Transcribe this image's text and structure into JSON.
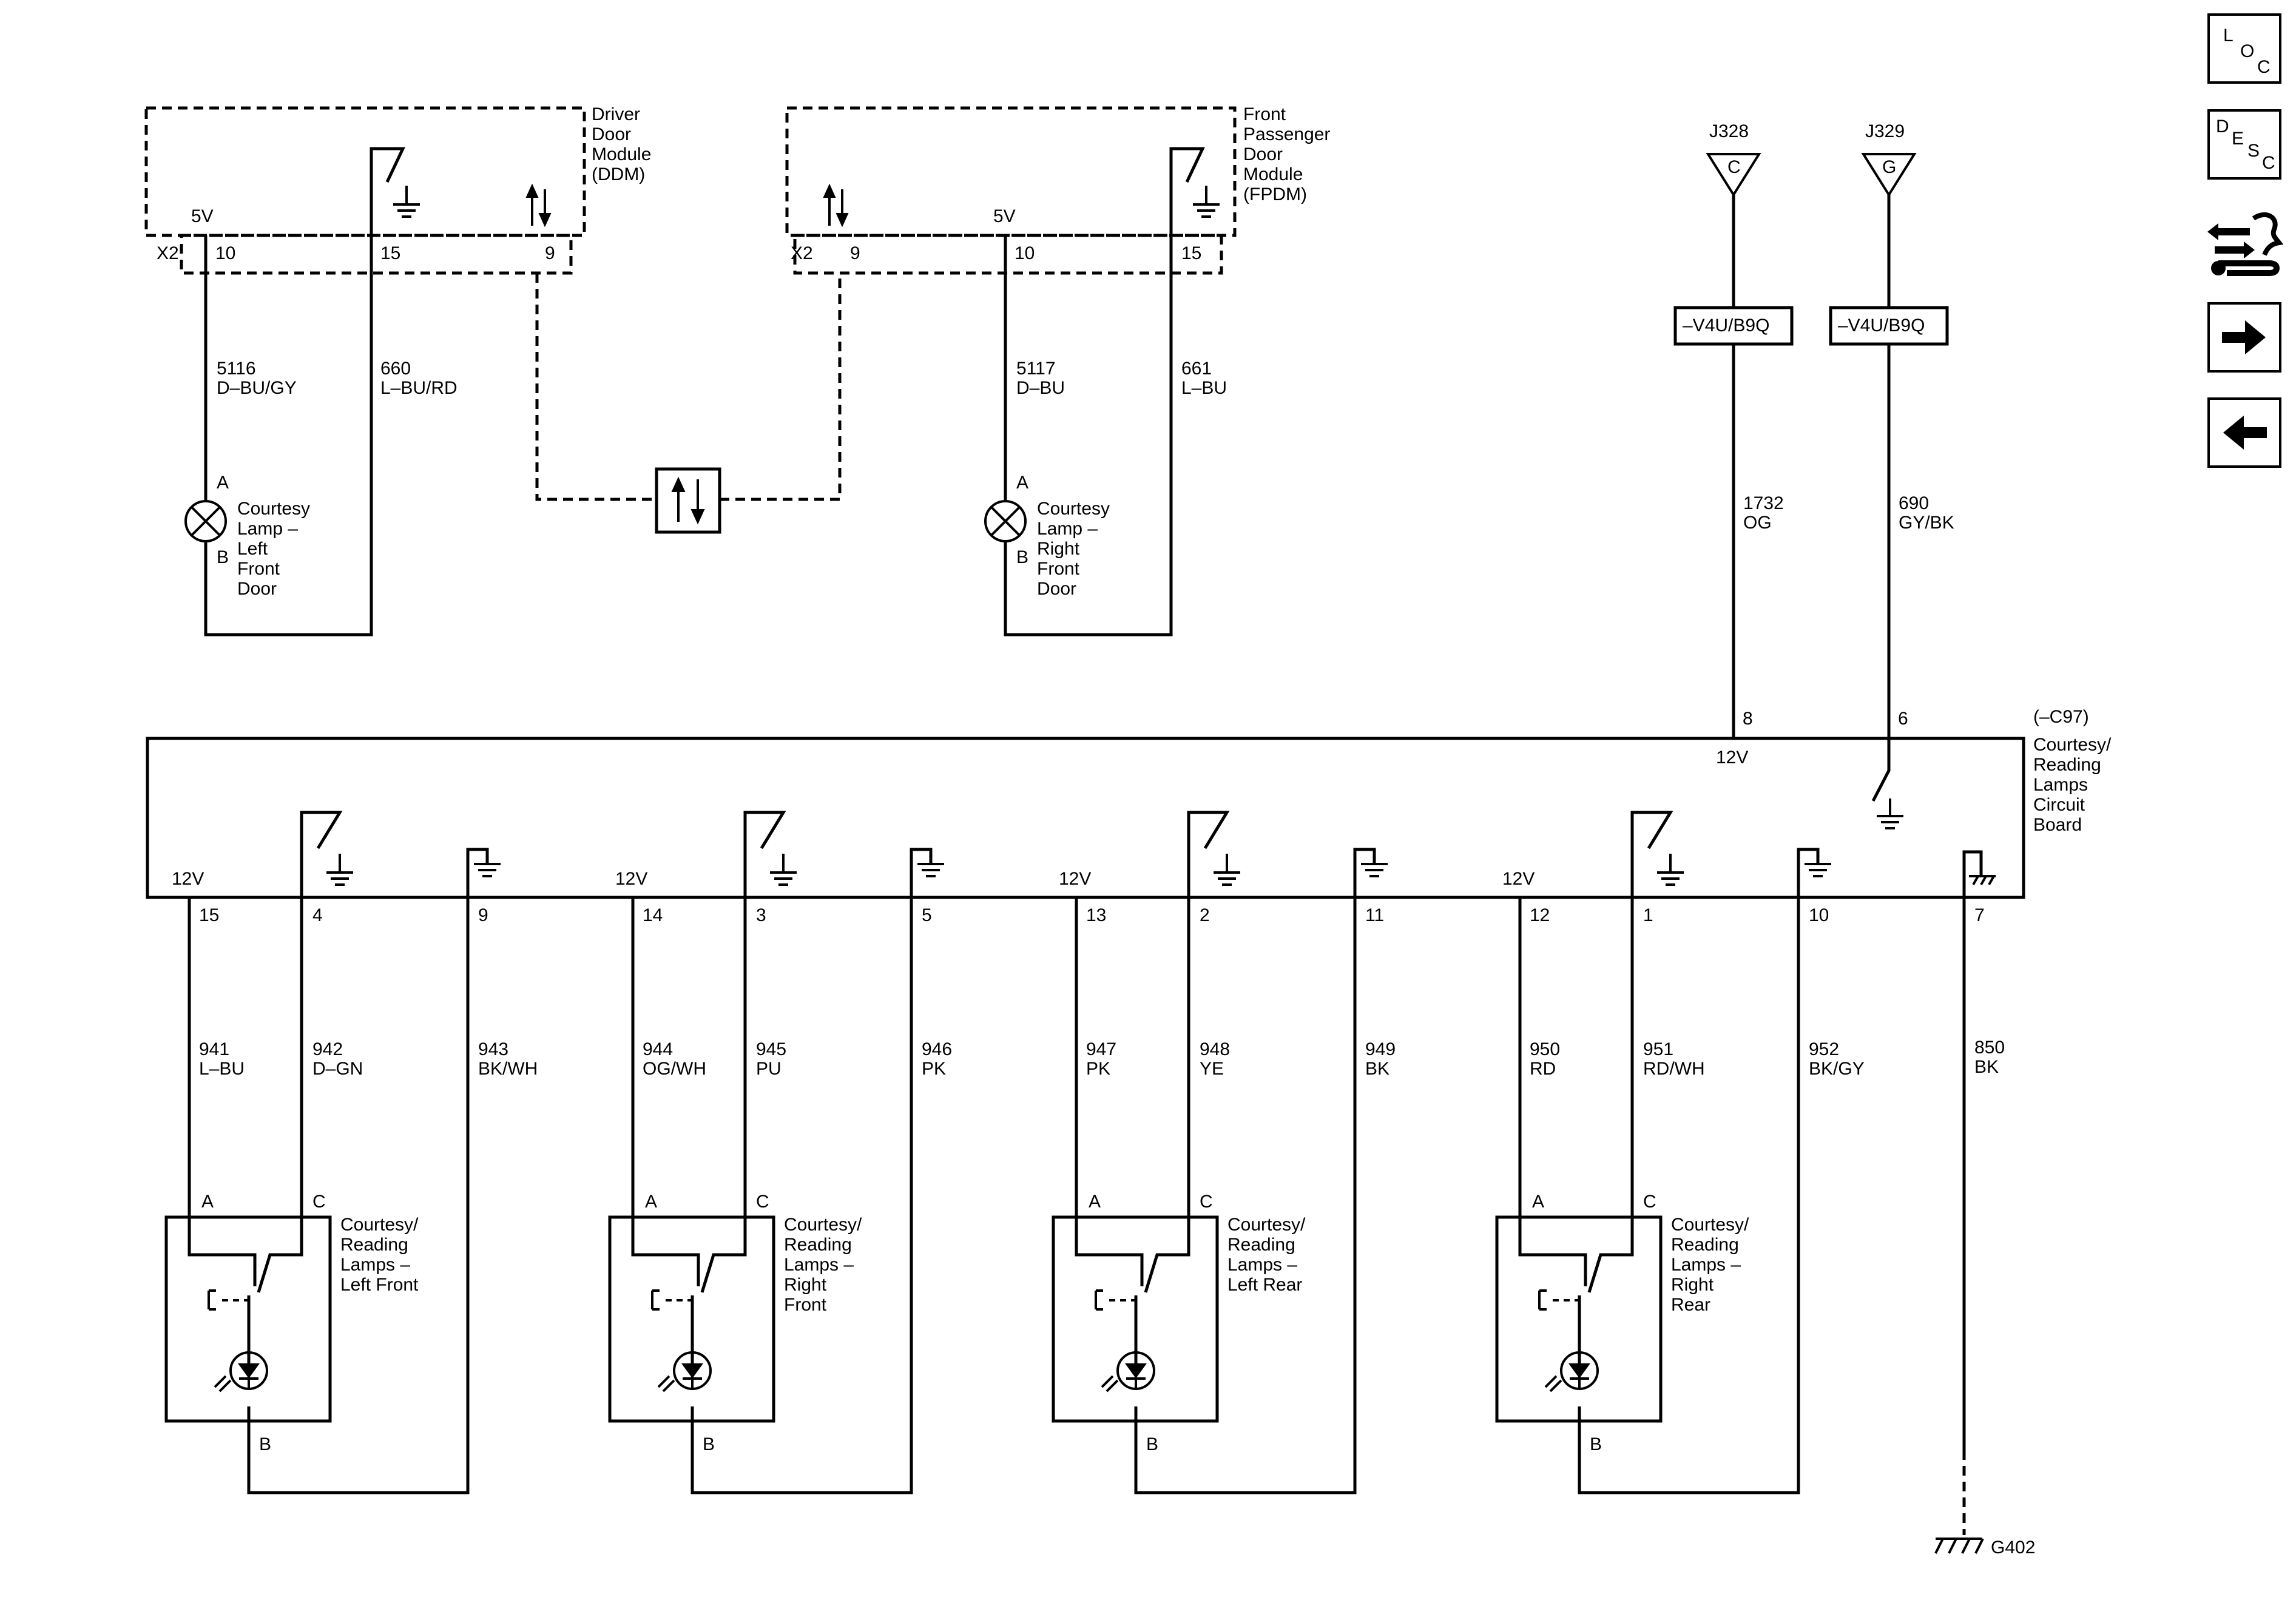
{
  "nav": {
    "loc": [
      "L",
      "O",
      "C"
    ],
    "desc": [
      "D",
      "E",
      "S",
      "C"
    ]
  },
  "modules": {
    "ddm": {
      "name": [
        "Driver",
        "Door",
        "Module",
        "(DDM)"
      ],
      "conn": "X2",
      "volt": "5V",
      "pins": [
        "10",
        "15",
        "9"
      ]
    },
    "fpdm": {
      "name": [
        "Front",
        "Passenger",
        "Door",
        "Module",
        "(FPDM)"
      ],
      "conn": "X2",
      "volt": "5V",
      "pins": [
        "9",
        "10",
        "15"
      ]
    }
  },
  "door_circuits": {
    "left": [
      {
        "num": "5116",
        "color": "D–BU/GY"
      },
      {
        "num": "660",
        "color": "L–BU/RD"
      }
    ],
    "right": [
      {
        "num": "5117",
        "color": "D–BU"
      },
      {
        "num": "661",
        "color": "L–BU"
      }
    ]
  },
  "door_lamps": {
    "left": {
      "pin_a": "A",
      "pin_b": "B",
      "name": [
        "Courtesy",
        "Lamp –",
        "Left",
        "Front",
        "Door"
      ]
    },
    "right": {
      "pin_a": "A",
      "pin_b": "B",
      "name": [
        "Courtesy",
        "Lamp –",
        "Right",
        "Front",
        "Door"
      ]
    }
  },
  "junctions": [
    {
      "id": "J328",
      "pin": "C",
      "option": "–V4U/B9Q",
      "num": "1732",
      "color": "OG",
      "board_pin": "8"
    },
    {
      "id": "J329",
      "pin": "G",
      "option": "–V4U/B9Q",
      "num": "690",
      "color": "GY/BK",
      "board_pin": "6"
    }
  ],
  "board": {
    "name": [
      "(–C97)",
      "Courtesy/",
      "Reading",
      "Lamps",
      "Circuit",
      "Board"
    ],
    "volt": "12V",
    "ground_pin": "7",
    "ground_circuit": {
      "num": "850",
      "color": "BK"
    },
    "ground_label": "G402"
  },
  "reading_lamps": [
    {
      "name": [
        "Courtesy/",
        "Reading",
        "Lamps –",
        "Left Front"
      ],
      "volt": "12V",
      "pins": [
        "15",
        "4",
        "9"
      ],
      "circuits": [
        {
          "num": "941",
          "color": "L–BU"
        },
        {
          "num": "942",
          "color": "D–GN"
        },
        {
          "num": "943",
          "color": "BK/WH"
        }
      ],
      "lamp_pins": [
        "A",
        "C",
        "B"
      ]
    },
    {
      "name": [
        "Courtesy/",
        "Reading",
        "Lamps –",
        "Right",
        "Front"
      ],
      "volt": "12V",
      "pins": [
        "14",
        "3",
        "5"
      ],
      "circuits": [
        {
          "num": "944",
          "color": "OG/WH"
        },
        {
          "num": "945",
          "color": "PU"
        },
        {
          "num": "946",
          "color": "PK"
        }
      ],
      "lamp_pins": [
        "A",
        "C",
        "B"
      ]
    },
    {
      "name": [
        "Courtesy/",
        "Reading",
        "Lamps –",
        "Left Rear"
      ],
      "volt": "12V",
      "pins": [
        "13",
        "2",
        "11"
      ],
      "circuits": [
        {
          "num": "947",
          "color": "PK"
        },
        {
          "num": "948",
          "color": "YE"
        },
        {
          "num": "949",
          "color": "BK"
        }
      ],
      "lamp_pins": [
        "A",
        "C",
        "B"
      ]
    },
    {
      "name": [
        "Courtesy/",
        "Reading",
        "Lamps –",
        "Right",
        "Rear"
      ],
      "volt": "12V",
      "pins": [
        "12",
        "1",
        "10"
      ],
      "circuits": [
        {
          "num": "950",
          "color": "RD"
        },
        {
          "num": "951",
          "color": "RD/WH"
        },
        {
          "num": "952",
          "color": "BK/GY"
        }
      ],
      "lamp_pins": [
        "A",
        "C",
        "B"
      ]
    }
  ]
}
